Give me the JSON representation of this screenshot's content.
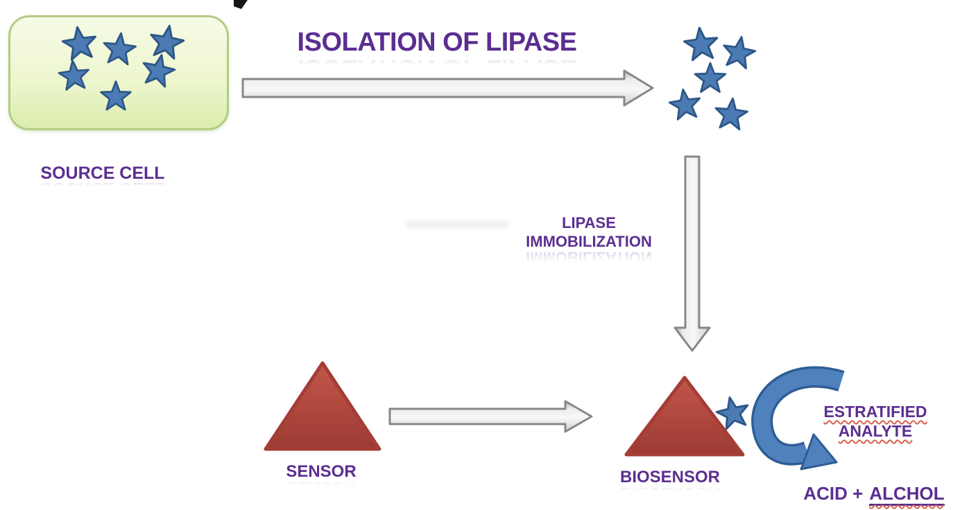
{
  "diagram": {
    "title": "ISOLATION OF LIPASE",
    "source_cell": {
      "label": "SOURCE CELL",
      "star_count": 6
    },
    "isolated_lipase": {
      "star_count": 5
    },
    "immobilization": {
      "line1": "LIPASE",
      "line2": "IMMOBILIZATION"
    },
    "sensor": {
      "label": "SENSOR"
    },
    "biosensor": {
      "label": "BIOSENSOR"
    },
    "reaction": {
      "analyte_line1": "ESTRATIFIED",
      "analyte_line2": "ANALYTE",
      "products_prefix": "ACID +",
      "products_underlined": "ALCHOL"
    }
  },
  "colors": {
    "text_purple": "#5b2e91",
    "star_blue": "#4c7bb4",
    "star_border_blue": "#2d5787",
    "triangle_red_light": "#c2554a",
    "triangle_red_dark": "#9c3b33",
    "arrow_gray_fill": "#ededed",
    "arrow_gray_border": "#878787",
    "curved_arrow_blue": "#4f81bd",
    "curved_arrow_border": "#2f5d94",
    "cell_fill_top": "#f6fbe6",
    "cell_fill_bottom": "#dcedae",
    "cell_border": "#b3cc84",
    "spellcheck_red": "#d9604f",
    "background": "#ffffff"
  }
}
